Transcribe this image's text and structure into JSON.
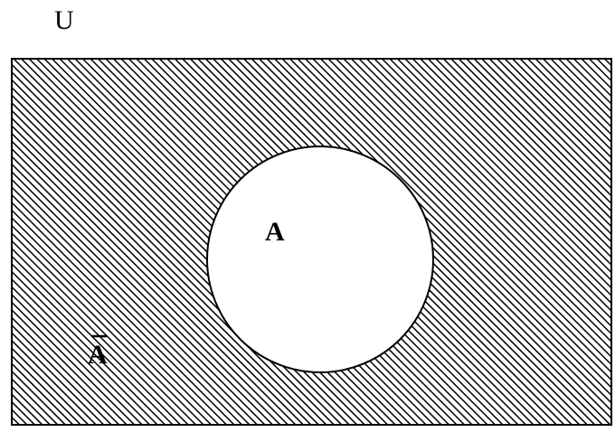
{
  "diagram": {
    "type": "venn",
    "universe_label": "U",
    "set_label": "A",
    "complement_label": "A",
    "complement_bar": true,
    "shaded_region": "complement",
    "colors": {
      "hatch_line": "#000000",
      "background": "#ffffff",
      "border": "#000000",
      "circle_fill": "#ffffff"
    }
  }
}
